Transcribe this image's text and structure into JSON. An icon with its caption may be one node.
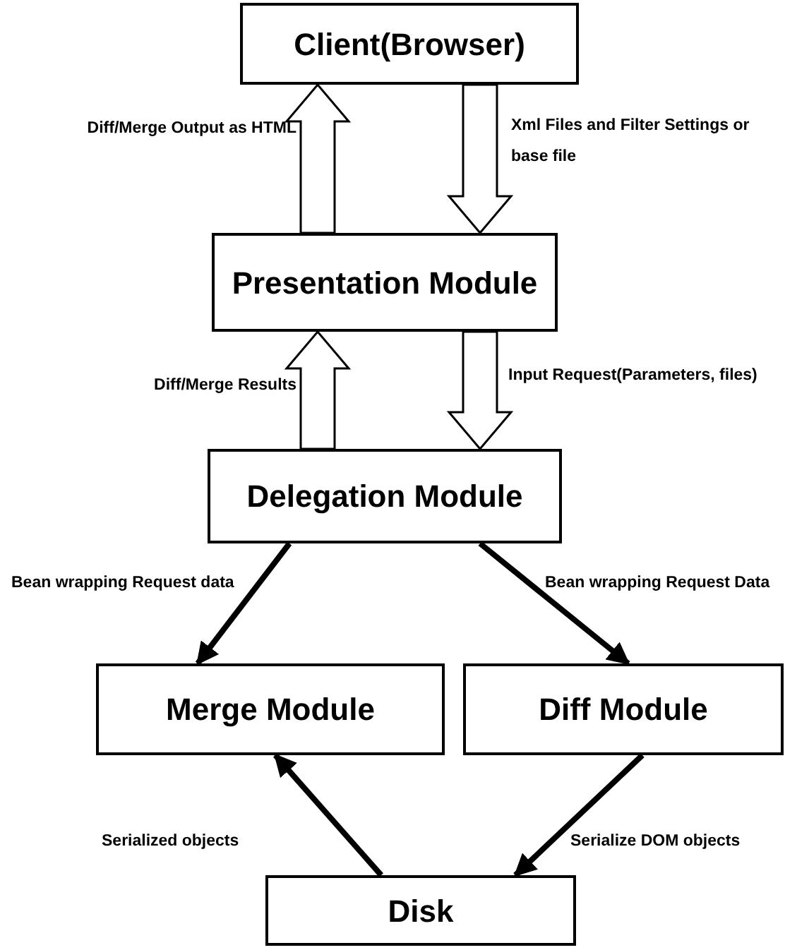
{
  "diagram": {
    "nodes": [
      {
        "text": [
          "Client(Browser)"
        ]
      },
      {
        "text": [
          "Presentation Module"
        ]
      },
      {
        "text": [
          "Delegation Module"
        ]
      },
      {
        "text": [
          "Merge Module"
        ]
      },
      {
        "text": [
          "Diff Module"
        ]
      },
      {
        "text": [
          "Disk"
        ]
      }
    ],
    "edges": [
      {
        "from": 1,
        "to": 0,
        "arrow": "to",
        "style": "thick",
        "label": "Diff/Merge Output as HTML"
      },
      {
        "from": 0,
        "to": 1,
        "arrow": "to",
        "style": "thick",
        "label": "Xml Files and Filter Settings or base file"
      },
      {
        "from": 2,
        "to": 1,
        "arrow": "to",
        "style": "thick",
        "label": "Diff/Merge Results"
      },
      {
        "from": 1,
        "to": 2,
        "arrow": "to",
        "style": "thick",
        "label": "Input Request(Parameters, files)"
      },
      {
        "from": 2,
        "to": 3,
        "arrow": "to",
        "label": "Bean wrapping Request data"
      },
      {
        "from": 2,
        "to": 4,
        "arrow": "to",
        "label": "Bean wrapping Request Data"
      },
      {
        "from": 5,
        "to": 3,
        "arrow": "to",
        "label": "Serialized objects"
      },
      {
        "from": 4,
        "to": 5,
        "arrow": "to",
        "label": "Serialize DOM objects"
      }
    ]
  }
}
